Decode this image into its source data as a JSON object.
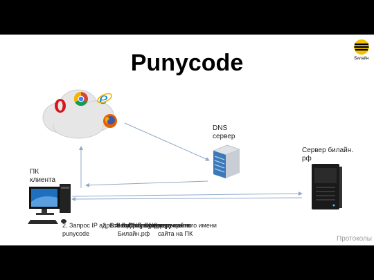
{
  "slide": {
    "title": "Punycode",
    "logo_text": "Билайн",
    "footer": "Протоколы"
  },
  "labels": {
    "dns": "DNS\nсервер",
    "server": "Сервер билайн.\nрф",
    "client": "ПК\nклиента"
  },
  "notes": [
    "2. Запрос IP адреса сайта у DNS сервера по",
    "punycode",
    "3. Ответ DNS сервера",
    "1. Ввод в браузере доменного имени",
    "4. Запрос к серверу сайта",
    "5. Ответ сервера",
    "Билайн.рф",
    "сайта на ПК"
  ],
  "colors": {
    "accent": "#f2c200",
    "arrow": "#8fa8c8",
    "cloud": "#e9e9e9"
  },
  "icons": [
    "opera-icon",
    "chrome-icon",
    "ie-icon",
    "firefox-icon"
  ]
}
